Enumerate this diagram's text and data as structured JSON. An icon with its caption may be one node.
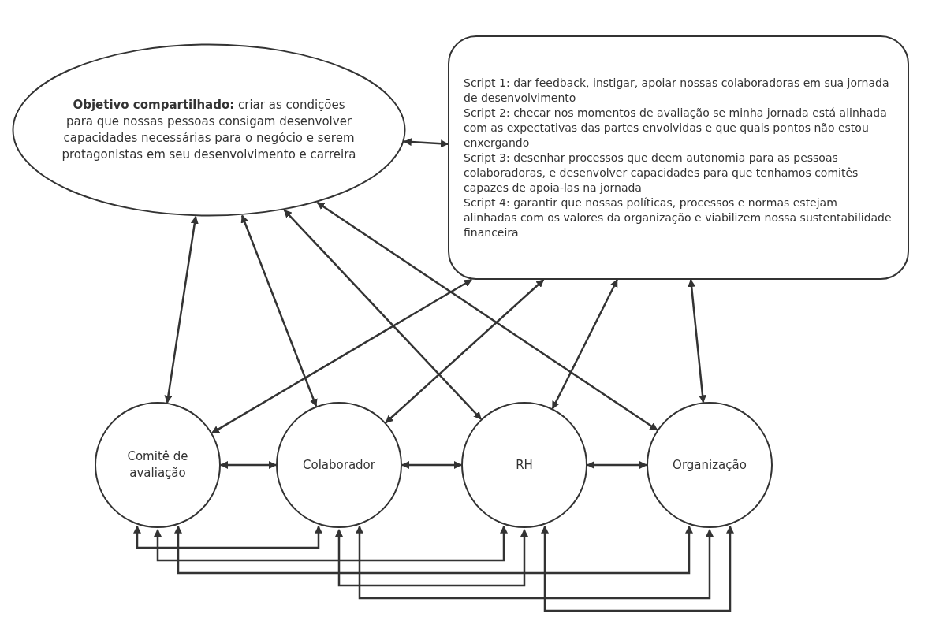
{
  "diagram": {
    "nodes": [
      {
        "text": [
          "**Objetivo compartilhado:** criar as condições para que nossas pessoas consigam desenvolver capacidades necessárias para o negócio e serem protagonistas em seu desenvolvimento e carreira"
        ]
      },
      {
        "text": [
          "Script 1: dar feedback, instigar, apoiar nossas colaboradoras em sua jornada de desenvolvimento",
          "Script 2: checar nos momentos de avaliação se minha jornada está alinhada com as expectativas das partes envolvidas e que quais pontos não estou enxergando",
          "Script 3: desenhar processos que deem autonomia para as pessoas colaboradoras, e desenvolver capacidades para que tenhamos comitês capazes de apoia-las na jornada",
          "Script 4: garantir que nossas políticas, processos e normas estejam alinhadas com os valores da organização e viabilizem nossa sustentabilidade financeira"
        ]
      },
      {
        "text": [
          "Comitê de avaliação"
        ]
      },
      {
        "text": [
          "Colaborador"
        ]
      },
      {
        "text": [
          "RH"
        ]
      },
      {
        "text": [
          "Organização"
        ]
      }
    ],
    "edges": [
      {
        "from": 0,
        "to": 1,
        "arrow": "both"
      },
      {
        "from": 0,
        "to": 2,
        "arrow": "both"
      },
      {
        "from": 0,
        "to": 3,
        "arrow": "both"
      },
      {
        "from": 0,
        "to": 4,
        "arrow": "both"
      },
      {
        "from": 0,
        "to": 5,
        "arrow": "both"
      },
      {
        "from": 1,
        "to": 2,
        "arrow": "both"
      },
      {
        "from": 1,
        "to": 3,
        "arrow": "both"
      },
      {
        "from": 1,
        "to": 4,
        "arrow": "both"
      },
      {
        "from": 1,
        "to": 5,
        "arrow": "both"
      },
      {
        "from": 2,
        "to": 3,
        "arrow": "both"
      },
      {
        "from": 3,
        "to": 4,
        "arrow": "both"
      },
      {
        "from": 4,
        "to": 5,
        "arrow": "both"
      },
      {
        "from": 2,
        "to": 3,
        "arrow": "both"
      },
      {
        "from": 2,
        "to": 4,
        "arrow": "both"
      },
      {
        "from": 2,
        "to": 5,
        "arrow": "both"
      },
      {
        "from": 3,
        "to": 4,
        "arrow": "both"
      },
      {
        "from": 3,
        "to": 5,
        "arrow": "both"
      },
      {
        "from": 4,
        "to": 5,
        "arrow": "both"
      }
    ]
  }
}
